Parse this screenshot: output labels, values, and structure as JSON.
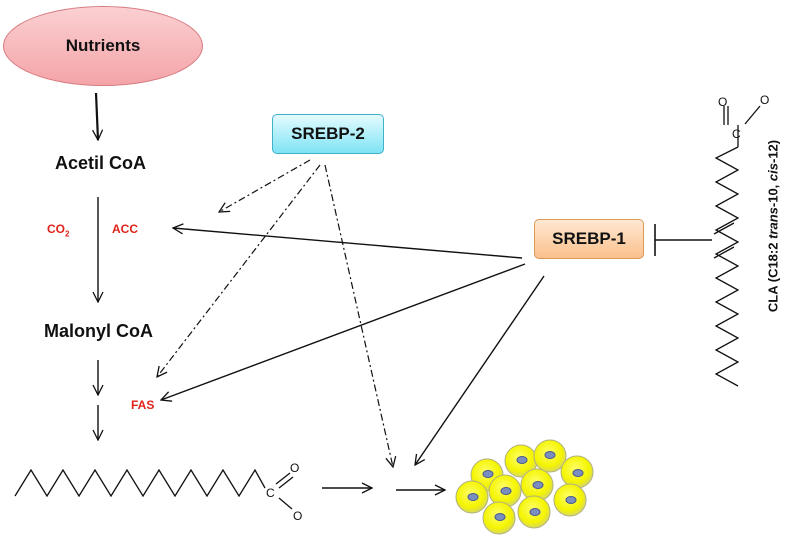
{
  "nodes": {
    "nutrients": "Nutrients",
    "srebp2": "SREBP-2",
    "srebp1": "SREBP-1"
  },
  "labels": {
    "acetil_coa": "Acetil CoA",
    "malonyl_coa": "Malonyl CoA",
    "co2_base": "CO",
    "co2_sub": "2",
    "acc": "ACC",
    "fas": "FAS",
    "carbonyl_o": "O",
    "carbon_c": "C",
    "cla_prefix": "CLA (C18:2 ",
    "cla_trans": "trans",
    "cla_mid": "-10, ",
    "cla_cis": "cis",
    "cla_suffix": "-12)"
  },
  "colors": {
    "enzyme_red": "#e0231b",
    "nutrients_fill": "#f4a4a8",
    "srebp2_fill": "#7fe3f4",
    "srebp1_fill": "#fac08c",
    "adipocyte_yellow": "#f4f400",
    "nucleus_blue": "#7a8fbf"
  }
}
